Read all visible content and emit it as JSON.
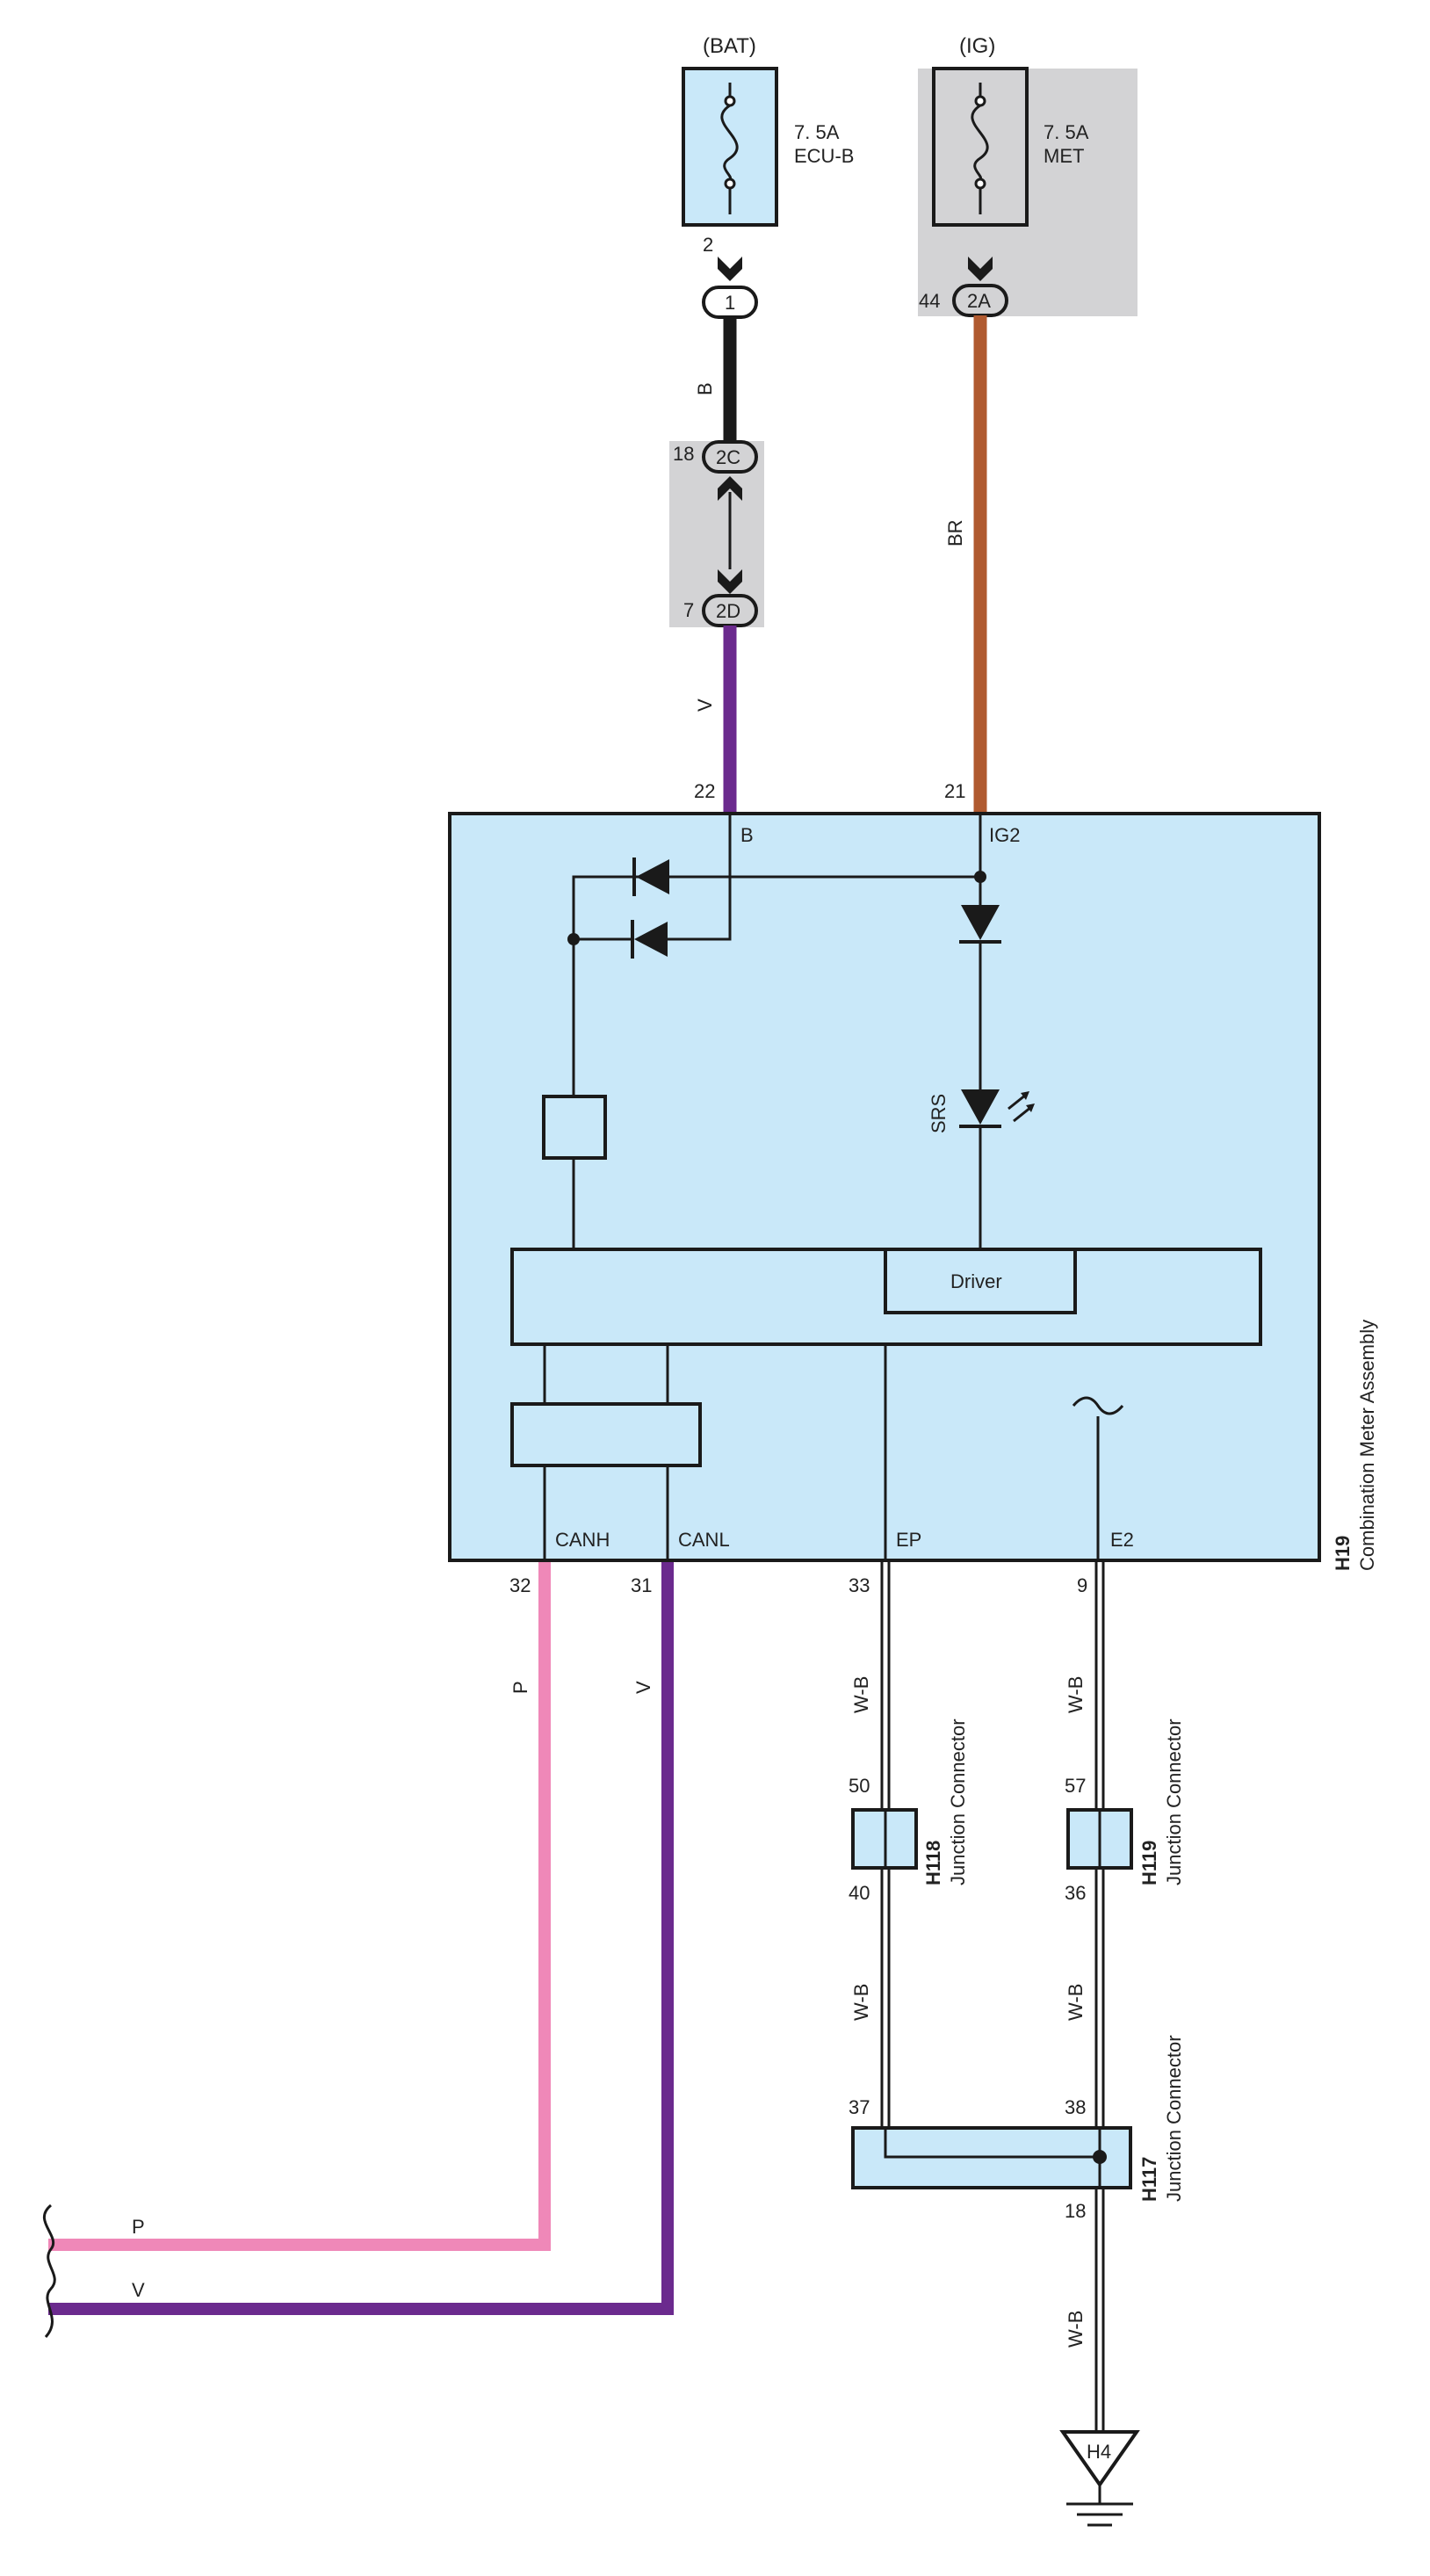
{
  "fuses": {
    "bat": {
      "supply": "(BAT)",
      "rating": "7. 5A",
      "name": "ECU-B"
    },
    "ig": {
      "supply": "(IG)",
      "rating": "7. 5A",
      "name": "MET"
    }
  },
  "connectors": {
    "pin_2": "2",
    "c1": "1",
    "pin_44": "44",
    "c2a": "2A",
    "pin_18": "18",
    "c2c": "2C",
    "pin_7": "7",
    "c2d": "2D"
  },
  "wires": {
    "b": "B",
    "br": "BR",
    "v_upper": "V",
    "p_left": "P",
    "v_left": "V",
    "v_lower": "V",
    "p_lower": "P",
    "wb_1": "W-B",
    "wb_2": "W-B",
    "wb_3": "W-B",
    "wb_4": "W-B",
    "wb_5": "W-B"
  },
  "meter": {
    "pin_22": "22",
    "pin_21": "21",
    "term_b": "B",
    "term_ig2": "IG2",
    "srs": "SRS",
    "driver": "Driver",
    "canh": "CANH",
    "canl": "CANL",
    "ep": "EP",
    "e2": "E2",
    "pin_32": "32",
    "pin_31": "31",
    "pin_33": "33",
    "pin_9": "9",
    "code": "H19",
    "name": "Combination Meter Assembly"
  },
  "junctions": {
    "h118": {
      "code": "H118",
      "name": "Junction Connector",
      "pin_top": "50",
      "pin_bottom": "40"
    },
    "h119": {
      "code": "H119",
      "name": "Junction Connector",
      "pin_top": "57",
      "pin_bottom": "36"
    },
    "h117": {
      "code": "H117",
      "name": "Junction Connector",
      "pin_left": "37",
      "pin_right": "38",
      "pin_out": "18"
    }
  },
  "ground": {
    "label": "H4"
  },
  "colors": {
    "box_fill": "#c9e8f9",
    "shade": "#d3d3d5",
    "wire_black": "#1a1a1a",
    "wire_brown": "#b05a30",
    "wire_violet": "#6b2a8e",
    "wire_pink": "#ef88b8"
  }
}
